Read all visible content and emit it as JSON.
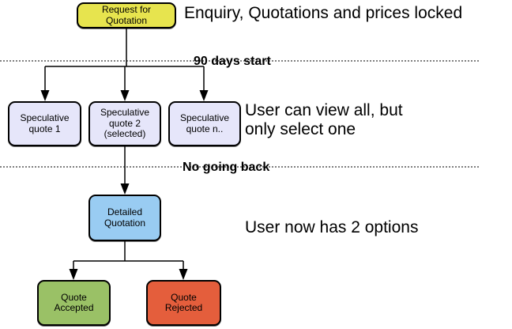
{
  "colors": {
    "request-fill": "#e7e44e",
    "speculative-fill": "#e6e6fa",
    "detailed-fill": "#99ccf2",
    "accepted-fill": "#9ac166",
    "rejected-fill": "#e45e3c",
    "line": "#000000"
  },
  "nodes": {
    "request": "Request for\nQuotation",
    "spec1": "Speculative\nquote 1",
    "spec2": "Speculative\nquote 2\n(selected)",
    "specn": "Speculative\nquote n..",
    "detailed": "Detailed\nQuotation",
    "accepted": "Quote\nAccepted",
    "rejected": "Quote\nRejected"
  },
  "annotations": {
    "heading1": "Enquiry, Quotations and prices locked",
    "milestone1": "90 days start",
    "note1": "User can view all, but\nonly select one",
    "milestone2": "No going back",
    "note2": "User now has 2 options"
  }
}
